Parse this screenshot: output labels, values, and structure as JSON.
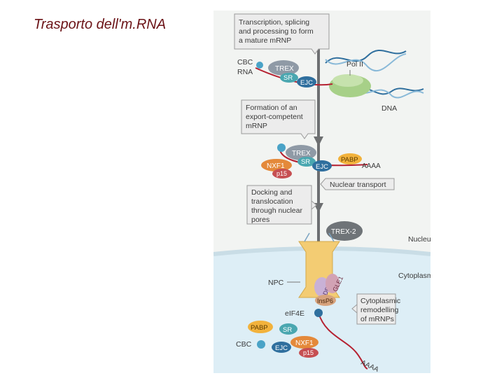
{
  "slide": {
    "title": "Trasporto dell'm.RNA"
  },
  "figure": {
    "callouts": {
      "step1": [
        "Transcription, splicing",
        "and processing to form",
        "a mature mRNP"
      ],
      "step2": [
        "Formation of an",
        "export-competent",
        "mRNP"
      ],
      "step3": "Nuclear transport",
      "step4": [
        "Docking and",
        "translocation",
        "through nuclear",
        "pores"
      ],
      "step5": [
        "Cytoplasmic",
        "remodelling",
        "of mRNPs"
      ]
    },
    "labels": {
      "cbc": "CBC",
      "rna": "RNA",
      "trex": "TREX",
      "sr": "SR",
      "ejc": "EJC",
      "pol2": "Pol II",
      "dna": "DNA",
      "nxf1": "NXF1",
      "p15": "p15",
      "pabp": "PABP",
      "polya": "AAAA",
      "trex2": "TREX-2",
      "nucleus": "Nucleus",
      "cytoplasm": "Cytoplasm",
      "npc": "NPC",
      "dbp5": "DBP5",
      "gle1": "GLE1",
      "insp6": "InsP6",
      "eif4e": "eIF4E"
    },
    "colors": {
      "nucleus_bg": "#f2f4f2",
      "cytoplasm_bg": "#ddeef6",
      "callout_bg": "#ececec",
      "arrow": "#6d6f71",
      "rna_line": "#b52131",
      "trex": "#8f9aa6",
      "sr": "#4aa7b0",
      "ejc": "#2f6f9e",
      "nxf1": "#e4893a",
      "p15": "#c64f52",
      "pabp": "#f2b23c",
      "pol2": "#a7d088",
      "cbc": "#4aa3c7",
      "trex2": "#6f7478",
      "npc": "#f3cc73",
      "dbp5": "#c9b1d6",
      "gle1": "#d2a2b4",
      "insp6": "#d7a37d"
    }
  }
}
